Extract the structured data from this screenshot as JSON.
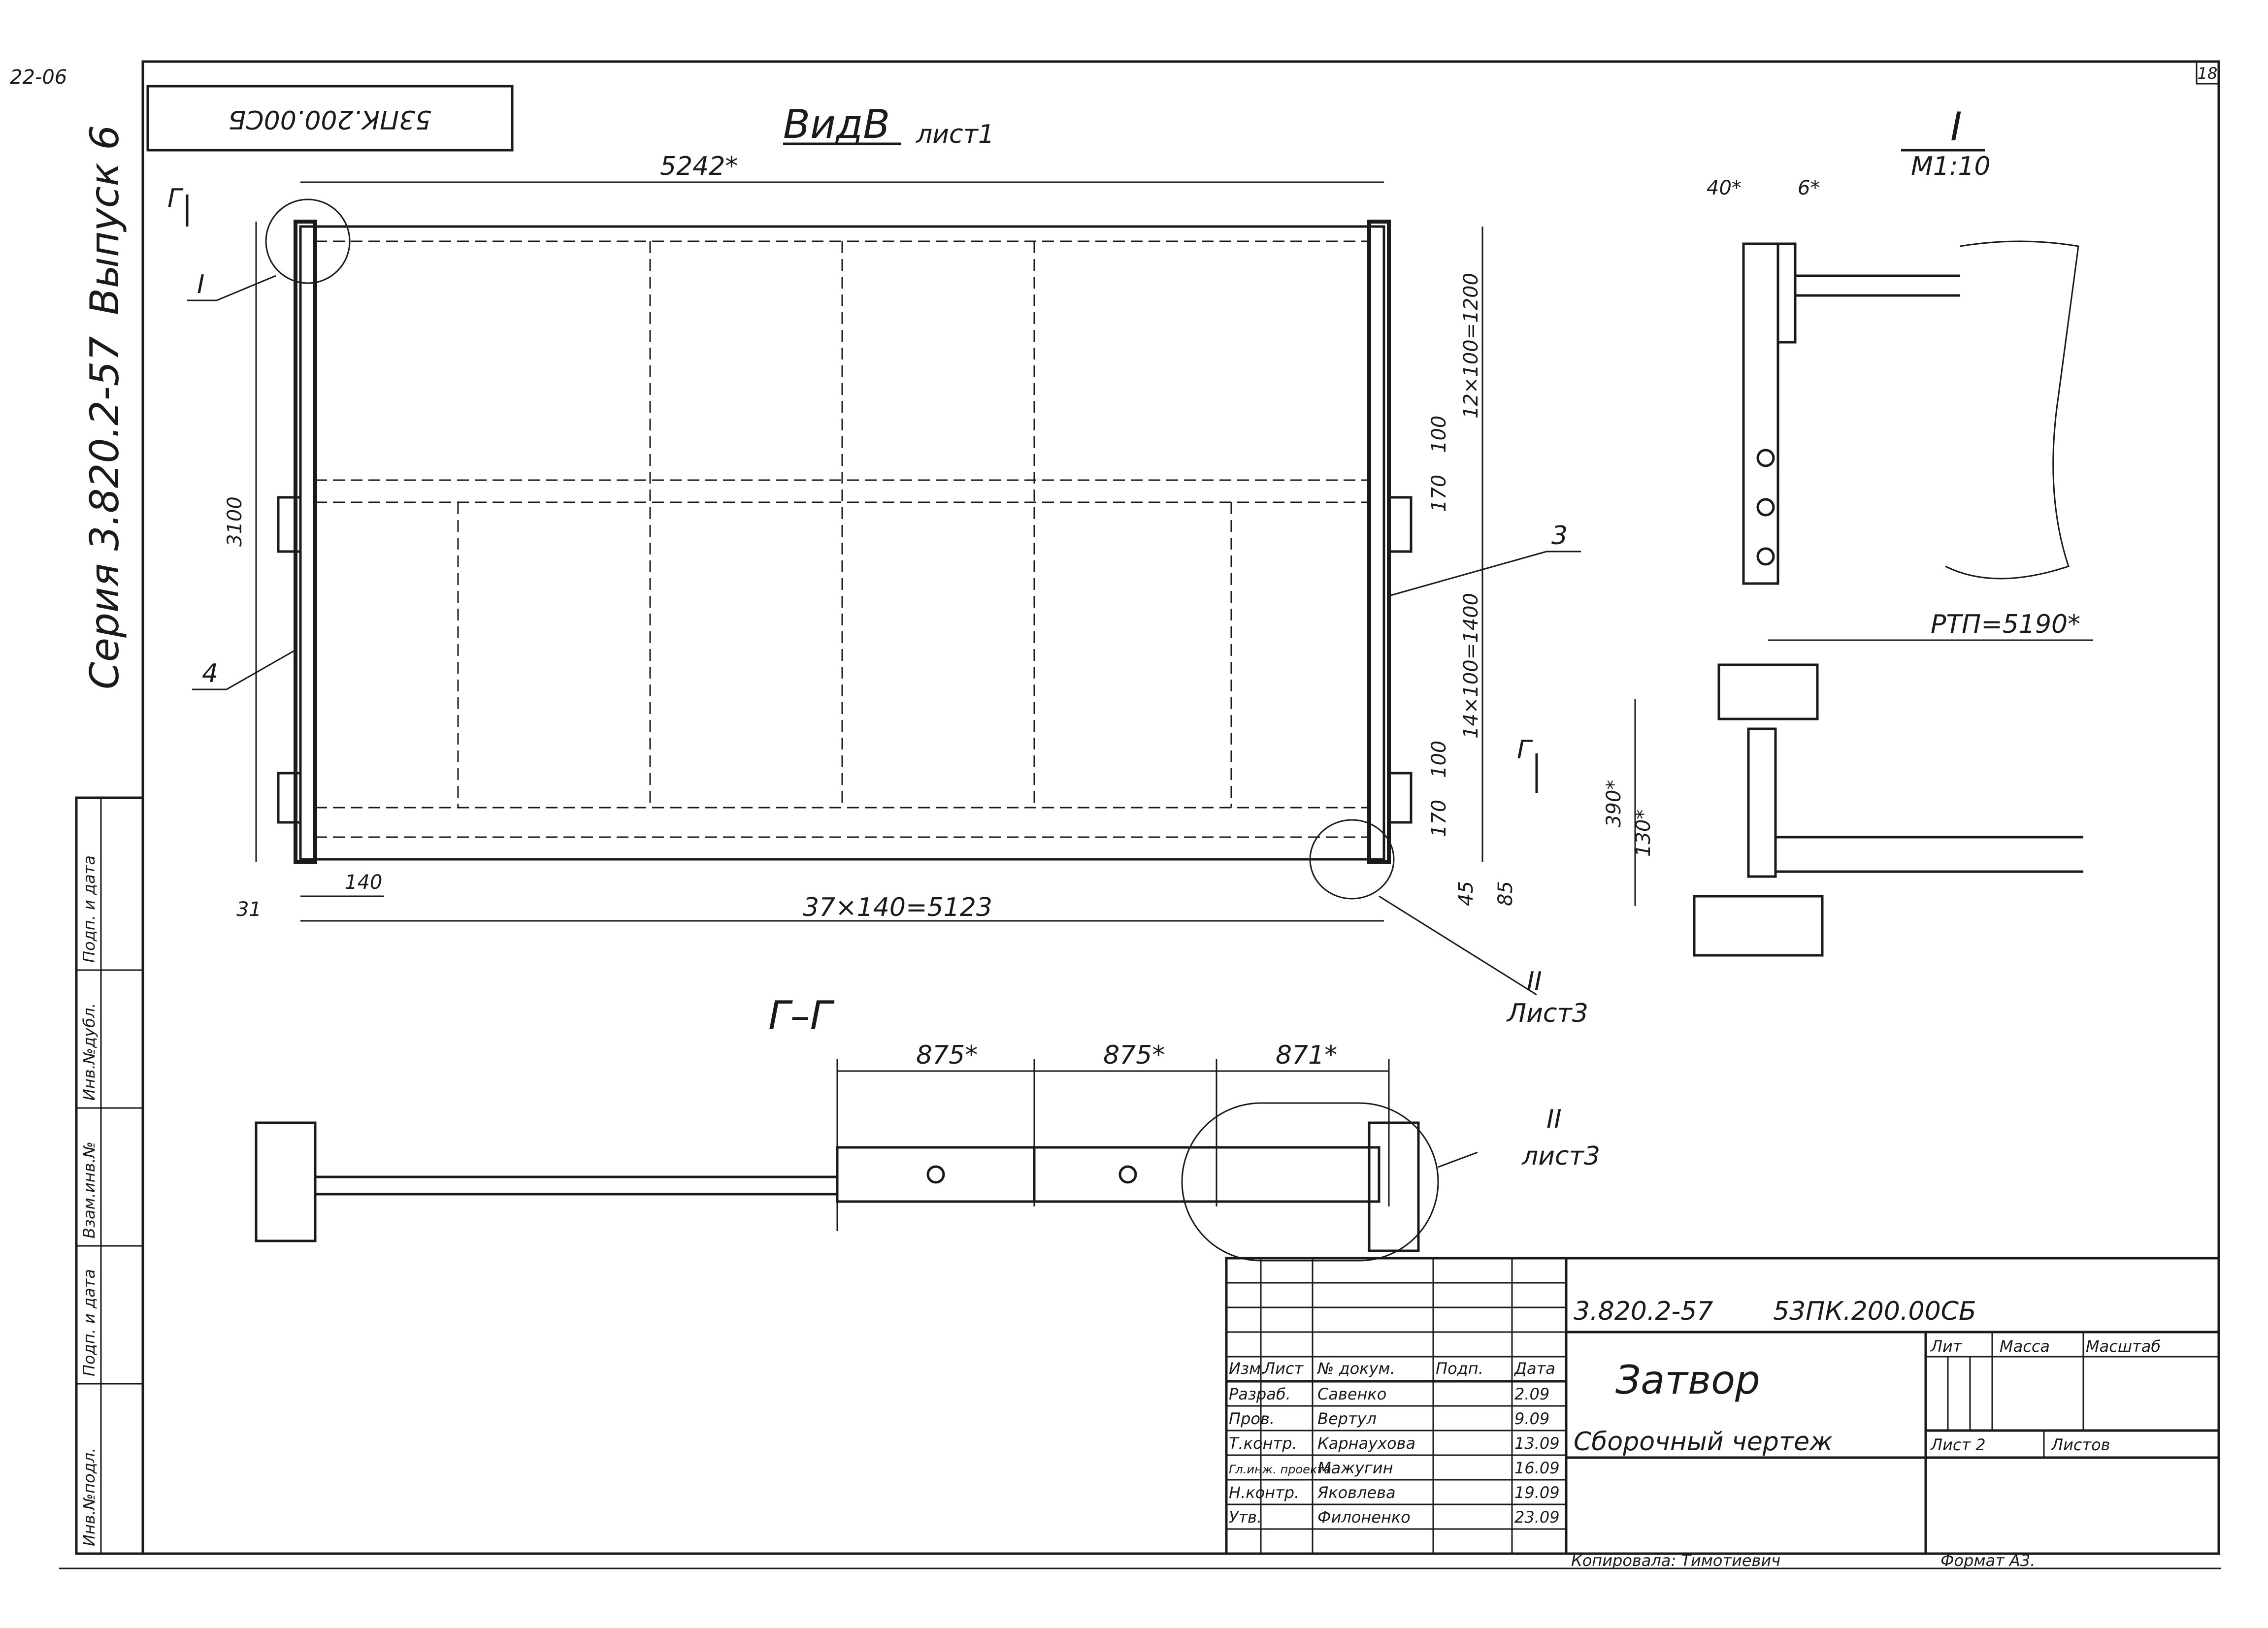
{
  "sheet": {
    "series_side": "Серия 3.820.2-57",
    "issue_side": "Выпуск 6",
    "stamp_top": "53ПК.200.00СБ",
    "sheet_no_corner": "18",
    "corner_mark": "22-06"
  },
  "view_b": {
    "title": "ВидВ",
    "title_sub": "лист1",
    "dim_width": "5242*",
    "dim_bottom": "37×140=5123",
    "dim_140": "140",
    "dim_31": "31",
    "dim_3100": "3100",
    "dim_top_right": "12×100=1200",
    "dim_mid_right": "14×100=1400",
    "dim_100a": "100",
    "dim_170": "170",
    "dim_100b": "100",
    "dim_170b": "170",
    "dim_45": "45",
    "dim_85": "85",
    "callout_3": "3",
    "callout_4": "4",
    "callout_I": "I",
    "section_mark": "Г",
    "callout_II": "II",
    "callout_II_sheet": "Лист3"
  },
  "detail_I": {
    "title": "I",
    "scale": "М1:10",
    "dim_40": "40*",
    "dim_6": "6*"
  },
  "detail_rtp": {
    "label": "РТП=5190*",
    "dim_390": "390*",
    "dim_130": "130*"
  },
  "section_gg": {
    "title": "Г–Г",
    "dim_875a": "875*",
    "dim_875b": "875*",
    "dim_871": "871*",
    "callout_II": "II",
    "callout_sheet": "лист3"
  },
  "side_strip": {
    "labels": [
      "Инв.№подл.",
      "Подп. и дата",
      "Взам.инв.№",
      "Инв.№дубл.",
      "Подп. и дата"
    ]
  },
  "title_block": {
    "series": "3.820.2-57",
    "doc_code": "53ПК.200.00СБ",
    "name": "Затвор",
    "doc_type": "Сборочный чертеж",
    "col_headers": [
      "Изм.",
      "Лист",
      "№ докум.",
      "Подп.",
      "Дата"
    ],
    "rows": [
      {
        "role": "Разраб.",
        "name": "Савенко",
        "date": "2.09"
      },
      {
        "role": "Пров.",
        "name": "Вертул",
        "date": "9.09"
      },
      {
        "role": "Т.контр.",
        "name": "Карнаухова",
        "date": "13.09"
      },
      {
        "role": "Гл.инж. проекта",
        "name": "Мажугин",
        "date": "16.09"
      },
      {
        "role": "Н.контр.",
        "name": "Яковлева",
        "date": "19.09"
      },
      {
        "role": "Утв.",
        "name": "Филоненко",
        "date": "23.09"
      }
    ],
    "lit_label": "Лит",
    "mass_label": "Масса",
    "scale_label": "Масштаб",
    "sheet_label": "Лист 2",
    "sheets_label": "Листов",
    "copied_by": "Копировала: Тимотиевич",
    "format": "Формат А3."
  }
}
